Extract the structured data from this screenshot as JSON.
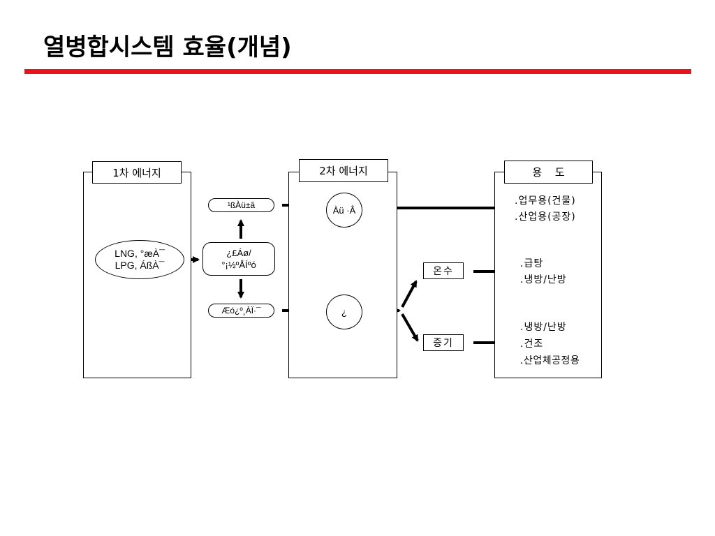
{
  "title": "열병합시스템 효율(개념)",
  "colors": {
    "title_rule": "#e8141b",
    "line": "#000000"
  },
  "primary_energy": {
    "label": "1차 에너지",
    "fuel_lines": [
      "LNG, °æÀ¯",
      "LPG, ÁßÀ¯"
    ]
  },
  "conversion": {
    "top_node": "¹ßÀü±â",
    "center_lines": [
      "¿£Áø/",
      "°¡½ºÅÍºó"
    ],
    "bottom_node": "Æó¿­º¸ÀÏ·¯"
  },
  "secondary_energy": {
    "label": "2차 에너지",
    "electricity_node": "Àü ·Â",
    "heat_node": "¿­"
  },
  "usage": {
    "label": "용 도",
    "hot_water_label": "온수",
    "steam_label": "증기",
    "electricity_uses": [
      ".업무용(건물)",
      ".산업용(공장)"
    ],
    "hot_water_uses": [
      ".급탕",
      ".냉방/난방"
    ],
    "steam_uses": [
      ".냉방/난방",
      ".건조",
      ".산업체공정용"
    ]
  }
}
